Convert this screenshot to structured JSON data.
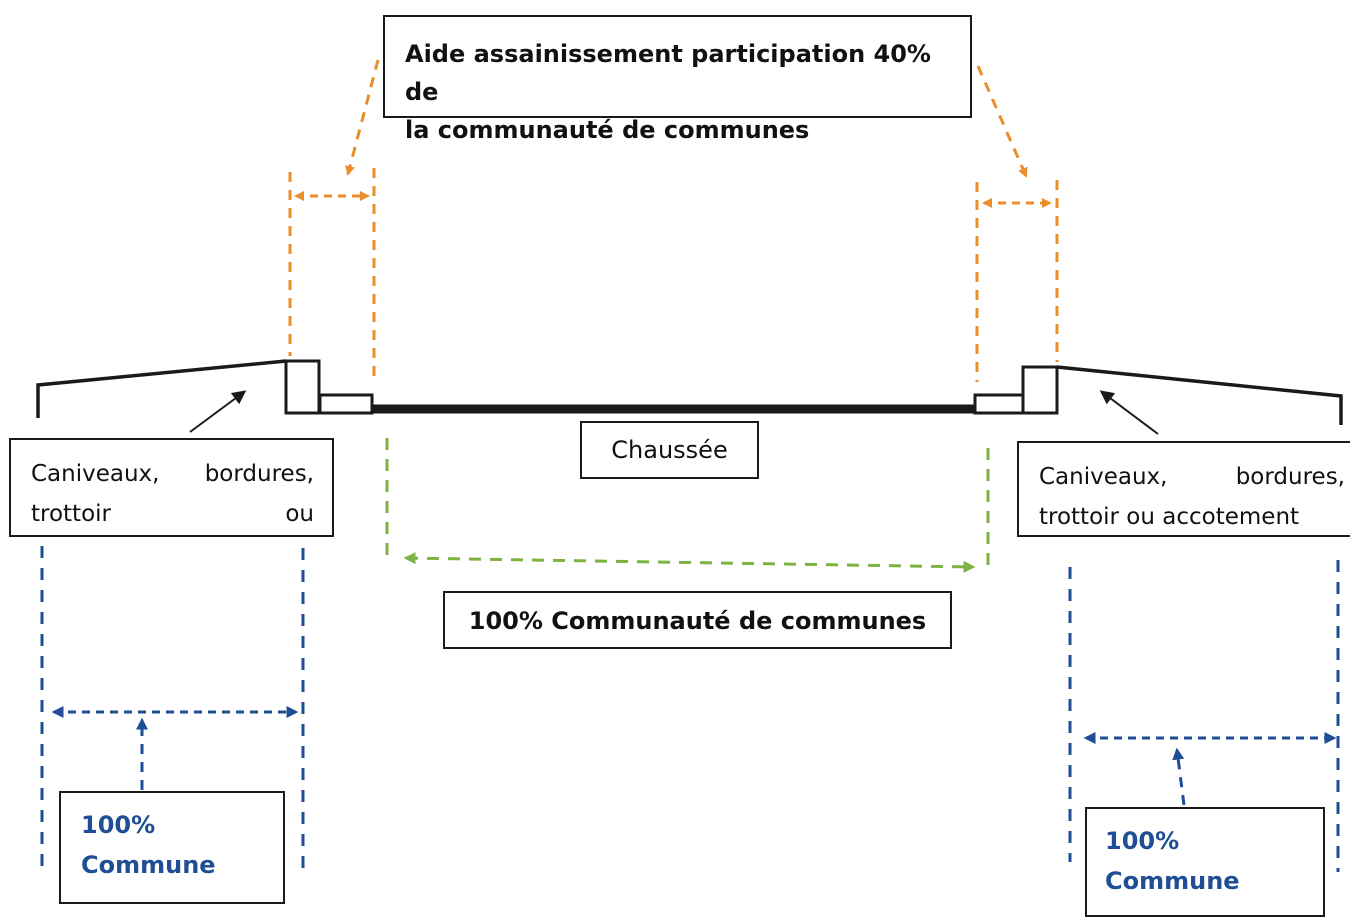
{
  "labels": {
    "aide_line1": "Aide assainissement participation 40% de",
    "aide_line2": "la communauté de communes",
    "chaussee": "Chaussée",
    "cdc_100": "100% Communauté de communes",
    "left_side": {
      "line1_a": "Caniveaux,",
      "line1_b": "bordures,",
      "line2_a": "trottoir",
      "line2_b": "ou"
    },
    "right_side": {
      "line1_a": "Caniveaux,",
      "line1_b": "bordures,",
      "line2": "trottoir ou accotement"
    },
    "commune_left": {
      "line1": "100%",
      "line2": "Commune"
    },
    "commune_right": {
      "line1": "100%",
      "line2": "Commune"
    }
  },
  "colors": {
    "orange": "#e88f2b",
    "green": "#7cb342",
    "blue": "#1f4e96",
    "black": "#1a1a1a"
  }
}
